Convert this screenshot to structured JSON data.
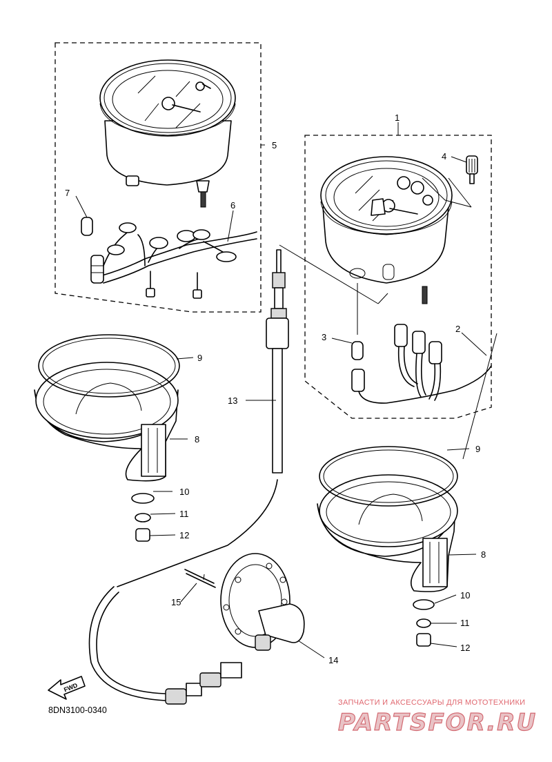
{
  "callouts": {
    "c1": "1",
    "c2": "2",
    "c3": "3",
    "c4": "4",
    "c5": "5",
    "c6": "6",
    "c7": "7",
    "c8a": "8",
    "c8b": "8",
    "c9a": "9",
    "c9b": "9",
    "c10a": "10",
    "c10b": "10",
    "c11a": "11",
    "c11b": "11",
    "c12a": "12",
    "c12b": "12",
    "c13": "13",
    "c14": "14",
    "c15": "15"
  },
  "fwd_label": "FWD",
  "diagram_code": "8DN3100-0340",
  "watermark": {
    "line1": "ЗАПЧАСТИ И АКСЕССУАРЫ ДЛЯ МОТОТЕХНИКИ",
    "line2": "PARTSFOR.RU"
  }
}
